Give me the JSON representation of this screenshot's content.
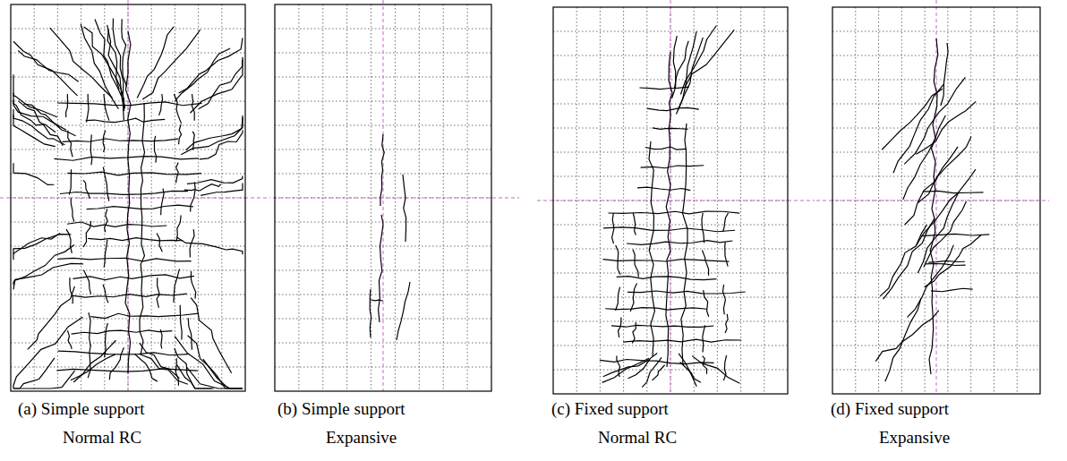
{
  "diagram": {
    "labels": [
      "(a) Simple support",
      "Normal RC",
      "(b) Simple support",
      "Expansive",
      "(c) Fixed support",
      "Normal RC",
      "(d) Fixed support",
      "Expansive"
    ]
  }
}
